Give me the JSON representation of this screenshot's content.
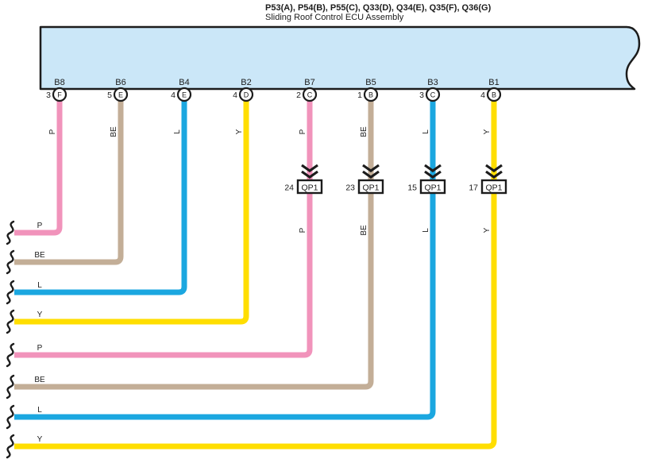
{
  "title": {
    "line1": "P53(A), P54(B), P55(C), Q33(D), Q34(E), Q35(F), Q36(G)",
    "line2": "Sliding Roof Control ECU Assembly"
  },
  "colors": {
    "pink": "#F193BB",
    "beige": "#C3AE97",
    "blue": "#1BA7E0",
    "yellow": "#FFDE00",
    "ecu_fill": "#CBE7F8",
    "line": "#1C1C1C",
    "junction_fill": "#FFFFFF"
  },
  "pins": [
    {
      "terminal": "B8",
      "number": "3",
      "letter": "F",
      "wire": "P"
    },
    {
      "terminal": "B6",
      "number": "5",
      "letter": "E",
      "wire": "BE"
    },
    {
      "terminal": "B4",
      "number": "4",
      "letter": "E",
      "wire": "L"
    },
    {
      "terminal": "B2",
      "number": "4",
      "letter": "D",
      "wire": "Y"
    },
    {
      "terminal": "B7",
      "number": "2",
      "letter": "C",
      "wire": "P"
    },
    {
      "terminal": "B5",
      "number": "1",
      "letter": "B",
      "wire": "BE"
    },
    {
      "terminal": "B3",
      "number": "3",
      "letter": "C",
      "wire": "L"
    },
    {
      "terminal": "B1",
      "number": "4",
      "letter": "B",
      "wire": "Y"
    }
  ],
  "junctions": [
    {
      "number": "24",
      "label": "QP1"
    },
    {
      "number": "23",
      "label": "QP1"
    },
    {
      "number": "15",
      "label": "QP1"
    },
    {
      "number": "17",
      "label": "QP1"
    }
  ],
  "exits": [
    "P",
    "BE",
    "L",
    "Y",
    "P",
    "BE",
    "L",
    "Y"
  ]
}
